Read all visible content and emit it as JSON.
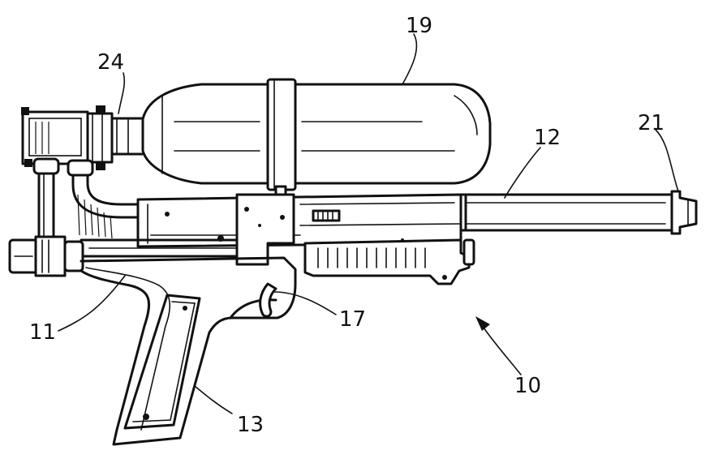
{
  "figure": {
    "reference_numerals": {
      "tank": "19",
      "fitting": "24",
      "nozzle": "21",
      "barrel": "12",
      "body": "11",
      "trigger": "17",
      "handle": "13",
      "device": "10"
    }
  }
}
